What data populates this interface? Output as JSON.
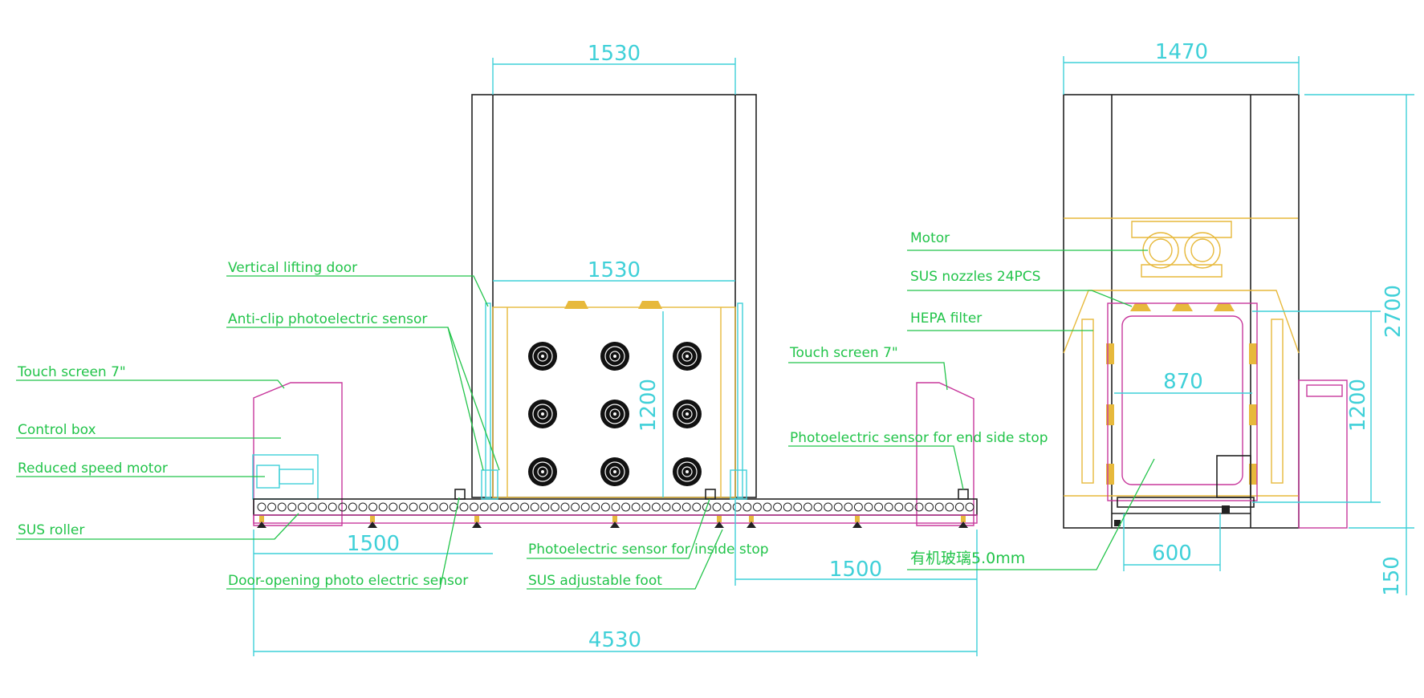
{
  "diagram": {
    "front_view_labels": {
      "vertical_lifting_door": "Vertical lifting door",
      "anti_clip_sensor": "Anti-clip photoelectric sensor",
      "touch_screen_left": "Touch screen 7\"",
      "control_box": "Control box",
      "reduced_speed_motor": "Reduced speed motor",
      "sus_roller": "SUS roller",
      "door_opening_sensor": "Door-opening photo electric sensor",
      "inside_stop_sensor": "Photoelectric sensor for inside stop",
      "adjustable_foot": "SUS adjustable foot",
      "touch_screen_right": "Touch screen 7\"",
      "end_stop_sensor": "Photoelectric sensor for end side stop"
    },
    "side_view_labels": {
      "motor": "Motor",
      "nozzles": "SUS nozzles 24PCS",
      "hepa": "HEPA filter",
      "glass": "有机玻璃5.0mm"
    },
    "dimensions": {
      "front_top_width": "1530",
      "front_inner_width": "1530",
      "front_inner_height": "1200",
      "left_conveyor": "1500",
      "right_conveyor": "1500",
      "overall_length": "4530",
      "side_top_width": "1470",
      "side_inner_width": "870",
      "side_inner_height": "1200",
      "side_total_height": "2700",
      "side_bottom_width": "600",
      "side_base_height": "150"
    },
    "colors": {
      "outline": "#222222",
      "dimension": "#3fd0d8",
      "label": "#22c44a",
      "equipment": "#e7b93c",
      "enclosure": "#c8389c"
    }
  }
}
